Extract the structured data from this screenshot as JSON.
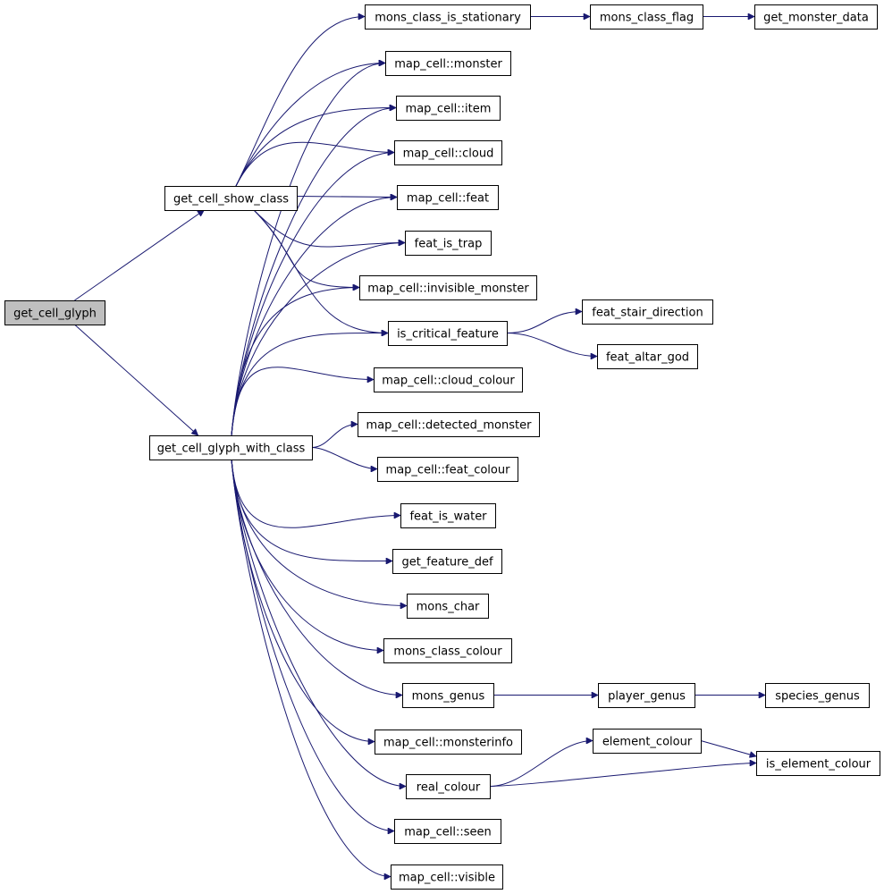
{
  "nodes": [
    {
      "id": "get_cell_glyph",
      "label": "get_cell_glyph",
      "root": true
    },
    {
      "id": "get_cell_show_class",
      "label": "get_cell_show_class"
    },
    {
      "id": "get_cell_glyph_with_class",
      "label": "get_cell_glyph_with_class"
    },
    {
      "id": "mons_class_is_stationary",
      "label": "mons_class_is_stationary"
    },
    {
      "id": "mons_class_flag",
      "label": "mons_class_flag"
    },
    {
      "id": "get_monster_data",
      "label": "get_monster_data"
    },
    {
      "id": "mc_monster",
      "label": "map_cell::monster"
    },
    {
      "id": "mc_item",
      "label": "map_cell::item"
    },
    {
      "id": "mc_cloud",
      "label": "map_cell::cloud"
    },
    {
      "id": "mc_feat",
      "label": "map_cell::feat"
    },
    {
      "id": "feat_is_trap",
      "label": "feat_is_trap"
    },
    {
      "id": "mc_invisible_monster",
      "label": "map_cell::invisible_monster"
    },
    {
      "id": "is_critical_feature",
      "label": "is_critical_feature"
    },
    {
      "id": "feat_stair_direction",
      "label": "feat_stair_direction"
    },
    {
      "id": "feat_altar_god",
      "label": "feat_altar_god"
    },
    {
      "id": "mc_cloud_colour",
      "label": "map_cell::cloud_colour"
    },
    {
      "id": "mc_detected_monster",
      "label": "map_cell::detected_monster"
    },
    {
      "id": "mc_feat_colour",
      "label": "map_cell::feat_colour"
    },
    {
      "id": "feat_is_water",
      "label": "feat_is_water"
    },
    {
      "id": "get_feature_def",
      "label": "get_feature_def"
    },
    {
      "id": "mons_char",
      "label": "mons_char"
    },
    {
      "id": "mons_class_colour",
      "label": "mons_class_colour"
    },
    {
      "id": "mons_genus",
      "label": "mons_genus"
    },
    {
      "id": "player_genus",
      "label": "player_genus"
    },
    {
      "id": "species_genus",
      "label": "species_genus"
    },
    {
      "id": "mc_monsterinfo",
      "label": "map_cell::monsterinfo"
    },
    {
      "id": "element_colour",
      "label": "element_colour"
    },
    {
      "id": "is_element_colour",
      "label": "is_element_colour"
    },
    {
      "id": "real_colour",
      "label": "real_colour"
    },
    {
      "id": "mc_seen",
      "label": "map_cell::seen"
    },
    {
      "id": "mc_visible",
      "label": "map_cell::visible"
    }
  ],
  "edges": [
    [
      "get_cell_glyph",
      "get_cell_show_class"
    ],
    [
      "get_cell_glyph",
      "get_cell_glyph_with_class"
    ],
    [
      "get_cell_show_class",
      "mons_class_is_stationary"
    ],
    [
      "get_cell_show_class",
      "mc_monster"
    ],
    [
      "get_cell_show_class",
      "mc_item"
    ],
    [
      "get_cell_show_class",
      "mc_cloud"
    ],
    [
      "get_cell_show_class",
      "mc_feat"
    ],
    [
      "get_cell_show_class",
      "feat_is_trap"
    ],
    [
      "get_cell_show_class",
      "mc_invisible_monster"
    ],
    [
      "get_cell_show_class",
      "is_critical_feature"
    ],
    [
      "mons_class_is_stationary",
      "mons_class_flag"
    ],
    [
      "mons_class_flag",
      "get_monster_data"
    ],
    [
      "is_critical_feature",
      "feat_stair_direction"
    ],
    [
      "is_critical_feature",
      "feat_altar_god"
    ],
    [
      "get_cell_glyph_with_class",
      "mc_monster"
    ],
    [
      "get_cell_glyph_with_class",
      "mc_item"
    ],
    [
      "get_cell_glyph_with_class",
      "mc_cloud"
    ],
    [
      "get_cell_glyph_with_class",
      "mc_feat"
    ],
    [
      "get_cell_glyph_with_class",
      "feat_is_trap"
    ],
    [
      "get_cell_glyph_with_class",
      "mc_invisible_monster"
    ],
    [
      "get_cell_glyph_with_class",
      "is_critical_feature"
    ],
    [
      "get_cell_glyph_with_class",
      "mc_cloud_colour"
    ],
    [
      "get_cell_glyph_with_class",
      "mc_detected_monster"
    ],
    [
      "get_cell_glyph_with_class",
      "mc_feat_colour"
    ],
    [
      "get_cell_glyph_with_class",
      "feat_is_water"
    ],
    [
      "get_cell_glyph_with_class",
      "get_feature_def"
    ],
    [
      "get_cell_glyph_with_class",
      "mons_char"
    ],
    [
      "get_cell_glyph_with_class",
      "mons_class_colour"
    ],
    [
      "get_cell_glyph_with_class",
      "mons_genus"
    ],
    [
      "get_cell_glyph_with_class",
      "mc_monsterinfo"
    ],
    [
      "get_cell_glyph_with_class",
      "real_colour"
    ],
    [
      "get_cell_glyph_with_class",
      "mc_seen"
    ],
    [
      "get_cell_glyph_with_class",
      "mc_visible"
    ],
    [
      "mons_genus",
      "player_genus"
    ],
    [
      "player_genus",
      "species_genus"
    ],
    [
      "real_colour",
      "element_colour"
    ],
    [
      "real_colour",
      "is_element_colour"
    ],
    [
      "element_colour",
      "is_element_colour"
    ]
  ]
}
